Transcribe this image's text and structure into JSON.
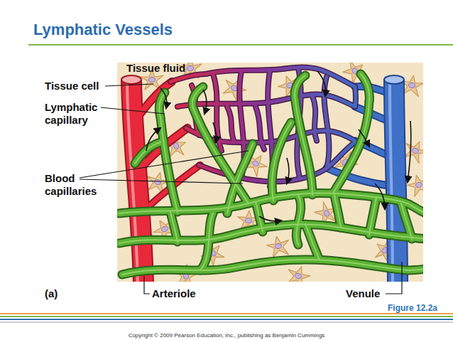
{
  "diagram": {
    "title": "Lymphatic Vessels",
    "caption": "Figure 12.2a",
    "labels": [
      "Tissue fluid",
      "Tissue cell",
      "Lymphatic capillary",
      "Blood capillaries",
      "(a)",
      "Arteriole",
      "Venule",
      "Copyright © 2009 Pearson Education, Inc., publishing as Benjamin Cummings"
    ]
  }
}
